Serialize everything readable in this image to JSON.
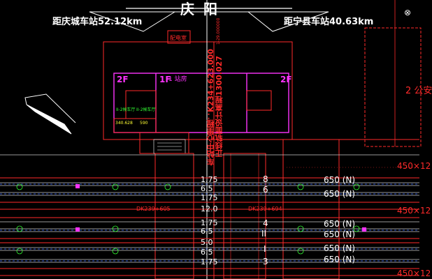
{
  "header": {
    "station_name": "庆  阳",
    "left_distance": "距庆城车站52.12km",
    "right_distance": "距宁县车站40.63km"
  },
  "building": {
    "top_room_label": "配电室",
    "left_floor": "2F",
    "center_floor": "1F",
    "center_floor_note": "1 站房",
    "right_floor": "2F",
    "hall_label_a": "II-2候车厅",
    "hall_label_b": "II-2候车厅",
    "left_elev": "340.628",
    "left_elev_b": "590"
  },
  "center_mileage": {
    "line1": "车站中心里程：K234+623.000",
    "line2": "正线轨面设计高程1300.027",
    "rotated_top": "1-29.000000"
  },
  "right_area": {
    "box_label": "2 公安",
    "dim_labels": [
      "450×12",
      "450×12",
      "450×12"
    ]
  },
  "chainage_labels": {
    "left": "DK239+605",
    "right": "DK239+694"
  },
  "spacing_column": {
    "values": [
      "1.75",
      "6.5",
      "1.75",
      "12.0",
      "1.75",
      "6.5",
      "5.0",
      "6.5",
      "1.75"
    ]
  },
  "track_numbers": {
    "upper": [
      "8",
      "6"
    ],
    "lower": [
      "4",
      "II",
      "I",
      "3"
    ]
  },
  "effective_lengths": {
    "values": [
      "650 (N)",
      "650 (N)",
      "650 (N)",
      "650 (N)",
      "650 (N)",
      "650 (N)"
    ]
  }
}
